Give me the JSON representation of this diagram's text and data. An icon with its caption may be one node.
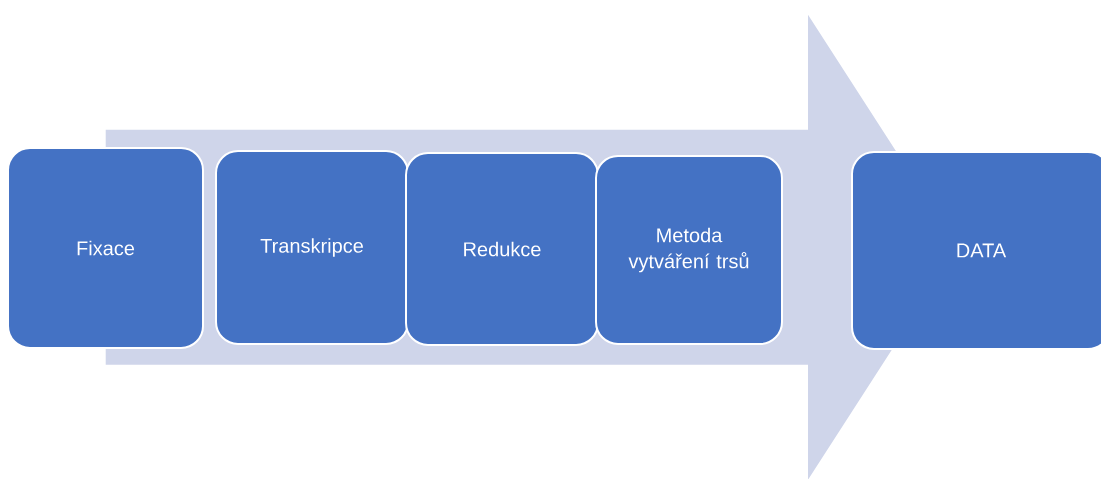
{
  "diagram": {
    "nodes": [
      {
        "text": [
          "Fixace"
        ]
      },
      {
        "text": [
          "Transkripce"
        ]
      },
      {
        "text": [
          "Redukce"
        ]
      },
      {
        "text": [
          "Metoda vytváření trsů"
        ]
      },
      {
        "text": [
          "DATA"
        ]
      }
    ],
    "edges": [
      {
        "from": 0,
        "to": 4,
        "arrow": "to"
      }
    ]
  }
}
